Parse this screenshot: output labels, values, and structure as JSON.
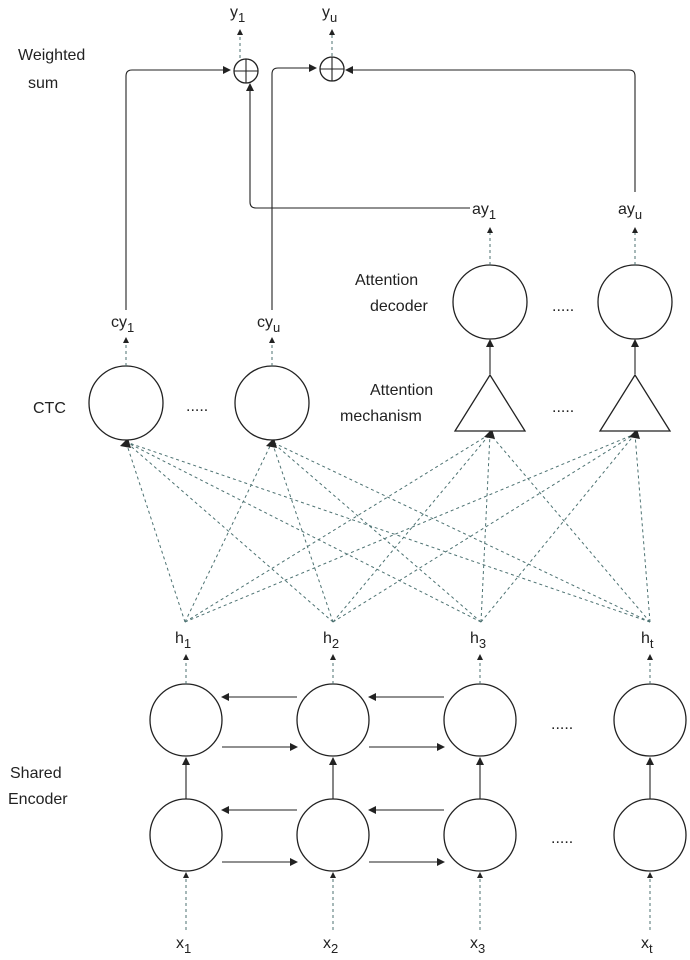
{
  "labels": {
    "weighted_sum": [
      "Weighted",
      "sum"
    ],
    "ctc": "CTC",
    "attention_decoder": [
      "Attention",
      "decoder"
    ],
    "attention_mechanism": [
      "Attention",
      "mechanism"
    ],
    "shared_encoder": [
      "Shared",
      "Encoder"
    ],
    "ellipsis": "....."
  },
  "outputs": {
    "y1": {
      "base": "y",
      "sub": "1"
    },
    "yu": {
      "base": "y",
      "sub": "u"
    }
  },
  "ctc_outputs": [
    {
      "base": "cy",
      "sub": "1"
    },
    {
      "base": "cy",
      "sub": "u"
    }
  ],
  "attention_outputs": [
    {
      "base": "ay",
      "sub": "1"
    },
    {
      "base": "ay",
      "sub": "u"
    }
  ],
  "hidden": [
    {
      "base": "h",
      "sub": "1"
    },
    {
      "base": "h",
      "sub": "2"
    },
    {
      "base": "h",
      "sub": "3"
    },
    {
      "base": "h",
      "sub": "t"
    }
  ],
  "inputs": [
    {
      "base": "x",
      "sub": "1"
    },
    {
      "base": "x",
      "sub": "2"
    },
    {
      "base": "x",
      "sub": "3"
    },
    {
      "base": "x",
      "sub": "t"
    }
  ],
  "sum_symbol": "⊕"
}
